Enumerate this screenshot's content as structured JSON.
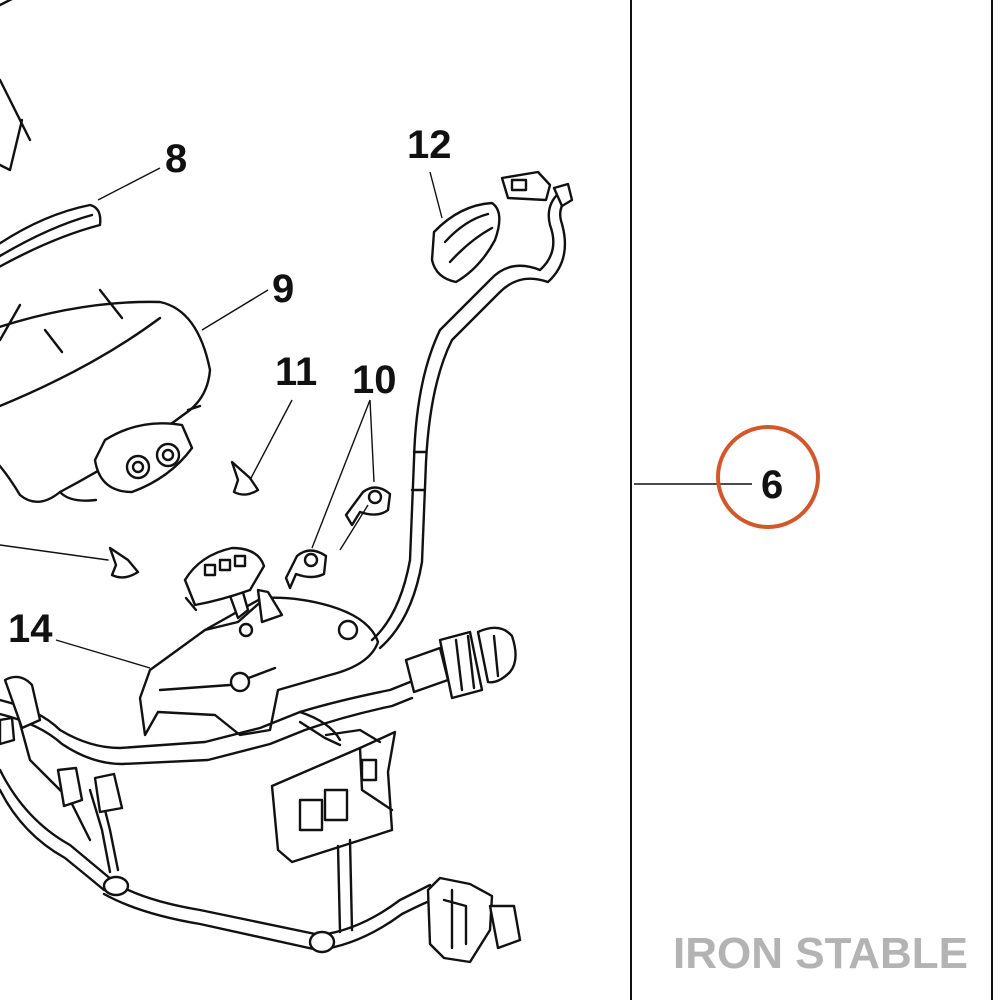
{
  "callouts": {
    "part_8": "8",
    "part_9": "9",
    "part_10": "10",
    "part_11": "11",
    "part_12": "12",
    "part_14": "14",
    "part_6": "6"
  },
  "watermark": {
    "text": "IRON STABLE",
    "color": "#b3b3b3"
  },
  "highlight": {
    "color": "#d2572b"
  }
}
